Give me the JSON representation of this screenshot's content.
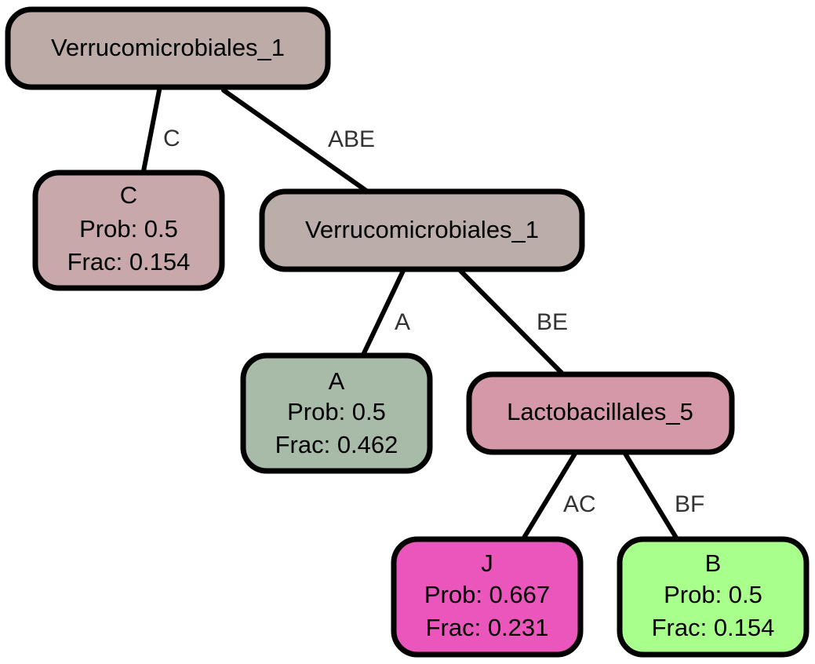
{
  "tree": {
    "nodes": {
      "root": {
        "lines": [
          "Verrucomicrobiales_1"
        ],
        "color": "#bdaba7"
      },
      "c": {
        "lines": [
          "C",
          "Prob: 0.5",
          "Frac: 0.154"
        ],
        "color": "#c8a8ab"
      },
      "mid": {
        "lines": [
          "Verrucomicrobiales_1"
        ],
        "color": "#bbada9"
      },
      "a": {
        "lines": [
          "A",
          "Prob: 0.5",
          "Frac: 0.462"
        ],
        "color": "#a8bba9"
      },
      "lac": {
        "lines": [
          "Lactobacillales_5"
        ],
        "color": "#d498a8"
      },
      "j": {
        "lines": [
          "J",
          "Prob: 0.667",
          "Frac: 0.231"
        ],
        "color": "#ea56bb"
      },
      "b": {
        "lines": [
          "B",
          "Prob: 0.5",
          "Frac: 0.154"
        ],
        "color": "#a9ff8c"
      }
    },
    "edges": {
      "root_c": {
        "label": "C"
      },
      "root_mid": {
        "label": "ABE"
      },
      "mid_a": {
        "label": "A"
      },
      "mid_lac": {
        "label": "BE"
      },
      "lac_j": {
        "label": "AC"
      },
      "lac_b": {
        "label": "BF"
      }
    }
  }
}
